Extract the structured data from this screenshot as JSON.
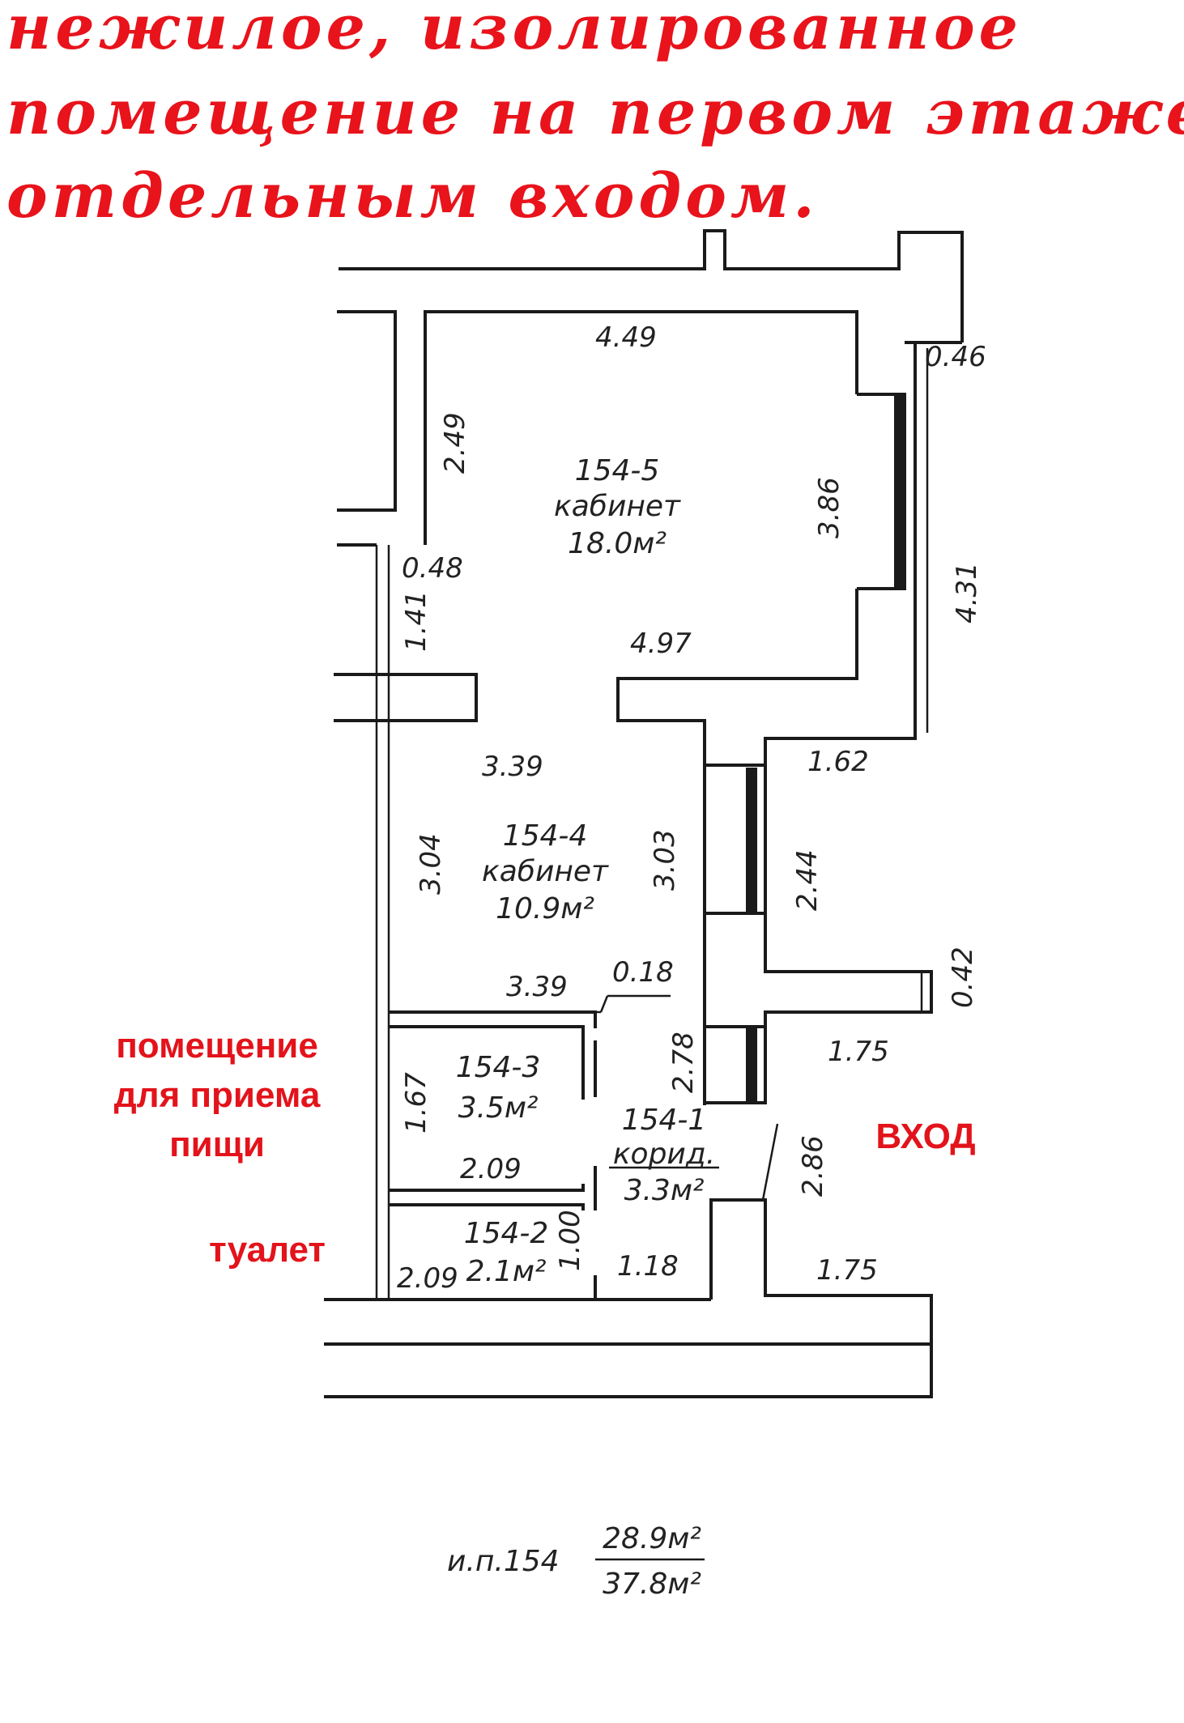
{
  "heading": {
    "lines": [
      "нежилое, изолированное",
      "помещение на первом этаже, с",
      "отдельным входом."
    ]
  },
  "rooms": [
    {
      "number": "154-5",
      "name": "кабинет",
      "area": "18.0м²"
    },
    {
      "number": "154-4",
      "name": "кабинет",
      "area": "10.9м²"
    },
    {
      "number": "154-3",
      "name": "",
      "area": "3.5м²"
    },
    {
      "number": "154-1",
      "name": "корид.",
      "area": "3.3м²"
    },
    {
      "number": "154-2",
      "name": "",
      "area": "2.1м²"
    }
  ],
  "dimensions": {
    "d449": "4.49",
    "d046": "0.46",
    "d249": "2.49",
    "d386": "3.86",
    "d048": "0.48",
    "d431": "4.31",
    "d141": "1.41",
    "d497": "4.97",
    "d339a": "3.39",
    "d162": "1.62",
    "d304": "3.04",
    "d303": "3.03",
    "d244": "2.44",
    "d339b": "3.39",
    "d018": "0.18",
    "d042": "0.42",
    "d278": "2.78",
    "d175a": "1.75",
    "d167": "1.67",
    "d209a": "2.09",
    "d286": "2.86",
    "d100": "1.00",
    "d209b": "2.09",
    "d118": "1.18",
    "d175b": "1.75"
  },
  "labels": {
    "food_room": [
      "помещение",
      "для приема",
      "пищи"
    ],
    "entrance": "ВХОД",
    "toilet": "туалет"
  },
  "summary": {
    "unit": "и.п.154",
    "living_area": "28.9м²",
    "total_area": "37.8м²"
  },
  "colors": {
    "annotation": "#e3131b",
    "lines": "#1a1a1a"
  }
}
